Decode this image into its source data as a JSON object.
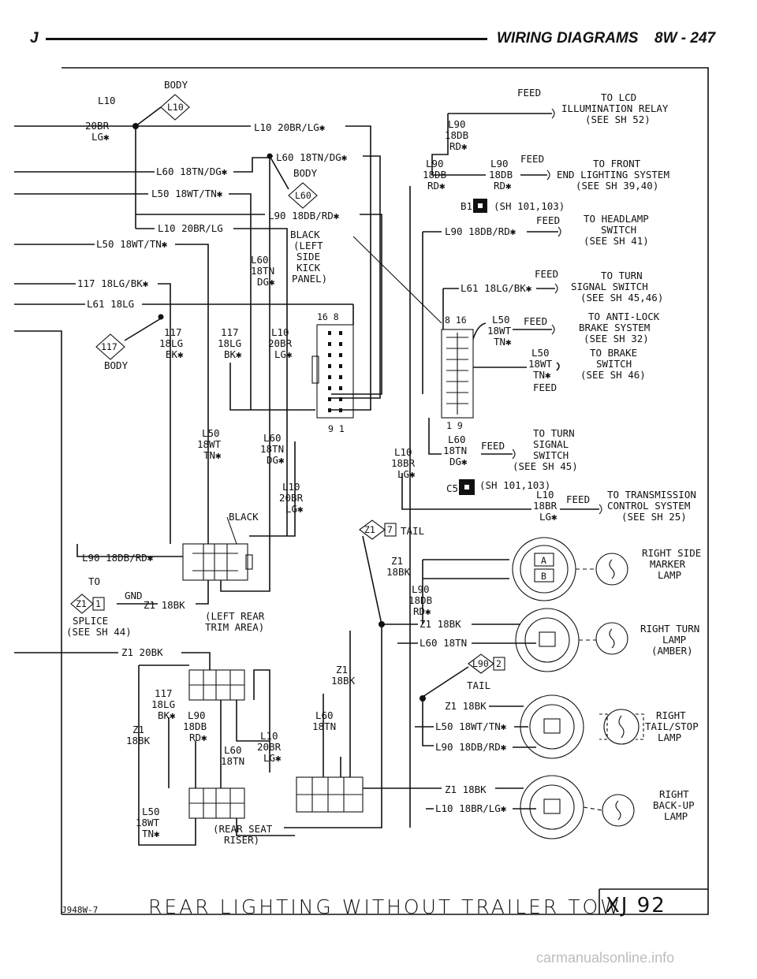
{
  "header": {
    "left_letter": "J",
    "section_title": "WIRING DIAGRAMS",
    "page_number": "8W - 247"
  },
  "connectors": {
    "body_top": "BODY",
    "l10_diamond": "L10",
    "body_mid": "BODY",
    "l60_diamond": "L60",
    "body_left": "BODY",
    "d117": "117",
    "z1_splice": "Z1",
    "z1_splice_num": "1",
    "z1_tail": "Z1",
    "z1_tail_num": "7",
    "tail_label": "TAIL",
    "l90_diamond": "L90",
    "l90_diamond_num": "2",
    "tail_label_2": "TAIL",
    "b1": "B1",
    "c5": "C5"
  },
  "wires_left": {
    "l10_top_a": "L10",
    "l10_top_b": "20BR",
    "l10_top_c": "LG✱",
    "l10_20br_lg": "L10 20BR/LG✱",
    "l60_18tn_dg_a": "L60 18TN/DG✱",
    "l60_18tn_dg_b": "L60 18TN/DG✱",
    "l50_18wt_tn_a": "L50 18WT/TN✱",
    "l90_18db_rd": "L90 18DB/RD✱",
    "l10_20br_lg_b": "L10 20BR/LG",
    "l50_18wt_tn_b": "L50 18WT/TN✱",
    "black_left_side": "BLACK",
    "left_side": "(LEFT",
    "side": "SIDE",
    "kick": "KICK",
    "panel": "PANEL)",
    "l60_v_a": "L60",
    "l60_v_b": "18TN",
    "l60_v_c": "DG✱",
    "w117_18lg": "117 18LG/BK✱",
    "l61_18lg": "L61 18LG",
    "w117_a": "117",
    "w117_b": "18LG",
    "w117_c": "BK✱",
    "w117_d": "117",
    "w117_e": "18LG",
    "w117_f": "BK✱",
    "l10_v_a": "L10",
    "l10_v_b": "20BR",
    "l10_v_c": "LG✱",
    "pins_16_8": "16 8",
    "pins_9_1": "9 1",
    "l50_v_a": "L50",
    "l50_v_b": "18WT",
    "l50_v_c": "TN✱",
    "l60_v2_a": "L60",
    "l60_v2_b": "18TN",
    "l60_v2_c": "DG✱",
    "l10_v2_a": "L10",
    "l10_v2_b": "20BR",
    "l10_v2_c": "LG✱",
    "black_2": "BLACK",
    "l90_18db_rd_b": "L90 18DB/RD✱",
    "to": "TO",
    "gnd": "GND",
    "z1_18bk": "Z1 18BK",
    "splice": "SPLICE",
    "see_sh_44": "(SEE SH 44)",
    "left_rear_a": "(LEFT REAR",
    "left_rear_b": "TRIM AREA)",
    "z1_20bk": "Z1 20BK",
    "r117_a": "117",
    "r117_b": "18LG",
    "r117_c": "BK✱",
    "rl90_a": "L90",
    "rl90_b": "18DB",
    "rl90_c": "RD✱",
    "rz1_a": "Z1",
    "rz1_b": "18BK",
    "rl60_a": "L60",
    "rl60_b": "18TN",
    "rl10_a": "L10",
    "rl10_b": "20BR",
    "rl10_c": "LG✱",
    "rl50_a": "L50",
    "rl50_b": "18WT",
    "rl50_c": "TN✱",
    "rear_seat_a": "(REAR SEAT",
    "rear_seat_b": "RISER)",
    "mz1_a": "Z1",
    "mz1_b": "18BK",
    "ml60_a": "L60",
    "ml60_b": "18TN"
  },
  "wires_right": {
    "feed_1": "FEED",
    "to_lcd_a": "TO LCD",
    "to_lcd_b": "ILLUMINATION RELAY",
    "to_lcd_c": "(SEE SH 52)",
    "l90_a": "L90",
    "l90_b": "18DB",
    "l90_c": "RD✱",
    "l90_d": "L90",
    "l90_e": "18DB",
    "l90_f": "RD✱",
    "l90_g": "L90",
    "l90_h": "18DB",
    "l90_i": "RD✱",
    "feed_2": "FEED",
    "to_front_a": "TO FRONT",
    "to_front_b": "END LIGHTING SYSTEM",
    "to_front_c": "(SEE SH 39,40)",
    "sh_101_a": "(SH 101,103)",
    "feed_3": "FEED",
    "l90_18db_rd": "L90 18DB/RD✱",
    "to_headlamp_a": "TO HEADLAMP",
    "to_headlamp_b": "SWITCH",
    "to_headlamp_c": "(SEE SH 41)",
    "feed_4": "FEED",
    "l61_18lg_bk": "L61 18LG/BK✱",
    "to_turn_a": "TO TURN",
    "to_turn_b": "SIGNAL SWITCH",
    "to_turn_c": "(SEE SH 45,46)",
    "pins_8_16": "8 16",
    "l50_a": "L50",
    "l50_b": "18WT",
    "l50_c": "TN✱",
    "feed_5": "FEED",
    "to_abs_a": "TO ANTI-LOCK",
    "to_abs_b": "BRAKE SYSTEM",
    "to_abs_c": "(SEE SH 32)",
    "l50_d": "L50",
    "l50_e": "18WT",
    "l50_f": "TN✱",
    "to_brake_a": "TO BRAKE",
    "to_brake_b": "SWITCH",
    "to_brake_c": "(SEE SH 46)",
    "feed_6": "FEED",
    "pins_1_9": "1 9",
    "l60_a": "L60",
    "l60_b": "18TN",
    "l60_c": "DG✱",
    "feed_7": "FEED",
    "to_turn2_a": "TO TURN",
    "to_turn2_b": "SIGNAL",
    "to_turn2_c": "SWITCH",
    "to_turn2_d": "(SEE SH 45)",
    "l10_a": "L10",
    "l10_b": "18BR",
    "l10_c": "LG✱",
    "sh_101_b": "(SH 101,103)",
    "l10_d": "L10",
    "l10_e": "18BR",
    "l10_f": "LG✱",
    "feed_8": "FEED",
    "to_trans_a": "TO TRANSMISSION",
    "to_trans_b": "CONTROL SYSTEM",
    "to_trans_c": "(SEE SH 25)",
    "z1_a": "Z1",
    "z1_b": "18BK",
    "l90_j": "L90",
    "l90_k": "18DB",
    "l90_l": "RD✱",
    "z1_18bk_a": "Z1 18BK",
    "l60_18tn": "L60 18TN",
    "z1_18bk_b": "Z1 18BK",
    "l50_18wt_tn": "L50 18WT/TN✱",
    "l90_18db_rd_b": "L90 18DB/RD✱",
    "z1_18bk_c": "Z1 18BK",
    "l10_18br_lg": "L10 18BR/LG✱"
  },
  "lamps": {
    "marker_a": "RIGHT SIDE",
    "marker_b": "MARKER",
    "marker_c": "LAMP",
    "turn_a": "RIGHT TURN",
    "turn_b": "LAMP",
    "turn_c": "(AMBER)",
    "tail_a": "RIGHT",
    "tail_b": "TAIL/STOP",
    "tail_c": "LAMP",
    "backup_a": "RIGHT",
    "backup_b": "BACK-UP",
    "backup_c": "LAMP",
    "socket_a": "A",
    "socket_b": "B"
  },
  "footer": {
    "code": "J948W-7",
    "title": "REAR LIGHTING WITHOUT TRAILER TOW",
    "model": "XJ 92"
  },
  "watermark": "carmanualsonline.info"
}
